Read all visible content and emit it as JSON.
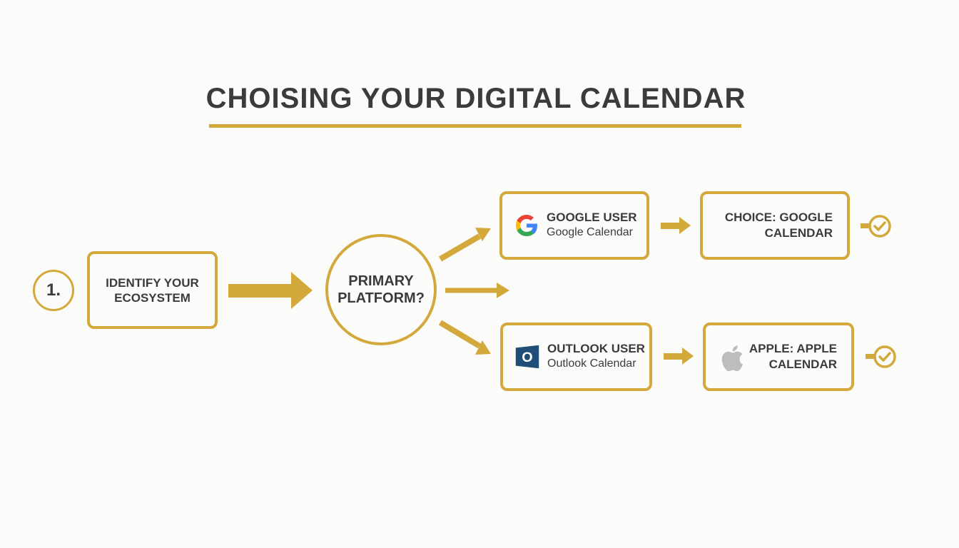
{
  "title": "CHOISING YOUR DIGITAL CALENDAR",
  "step_number": "1.",
  "identify_box": "IDENTIFY YOUR ECOSYSTEM",
  "decision_node": "PRIMARY PLATFORM?",
  "google_box": {
    "title": "GOOGLE USER",
    "subtitle": "Google Calendar",
    "icon": "google-logo-icon"
  },
  "outlook_box": {
    "title": "OUTLOOK USER",
    "subtitle": "Outlook Calendar",
    "icon": "outlook-logo-icon",
    "icon_letter": "O"
  },
  "choice_google": "CHOICE: GOOGLE CALENDAR",
  "choice_apple": {
    "label": "APPLE: APPLE CALENDAR",
    "icon": "apple-logo-icon"
  },
  "colors": {
    "accent": "#d4a93c",
    "text": "#3b3b3b",
    "background": "#fbfbfa",
    "outlook_blue": "#1f4e79",
    "apple_gray": "#bdbdbd"
  }
}
